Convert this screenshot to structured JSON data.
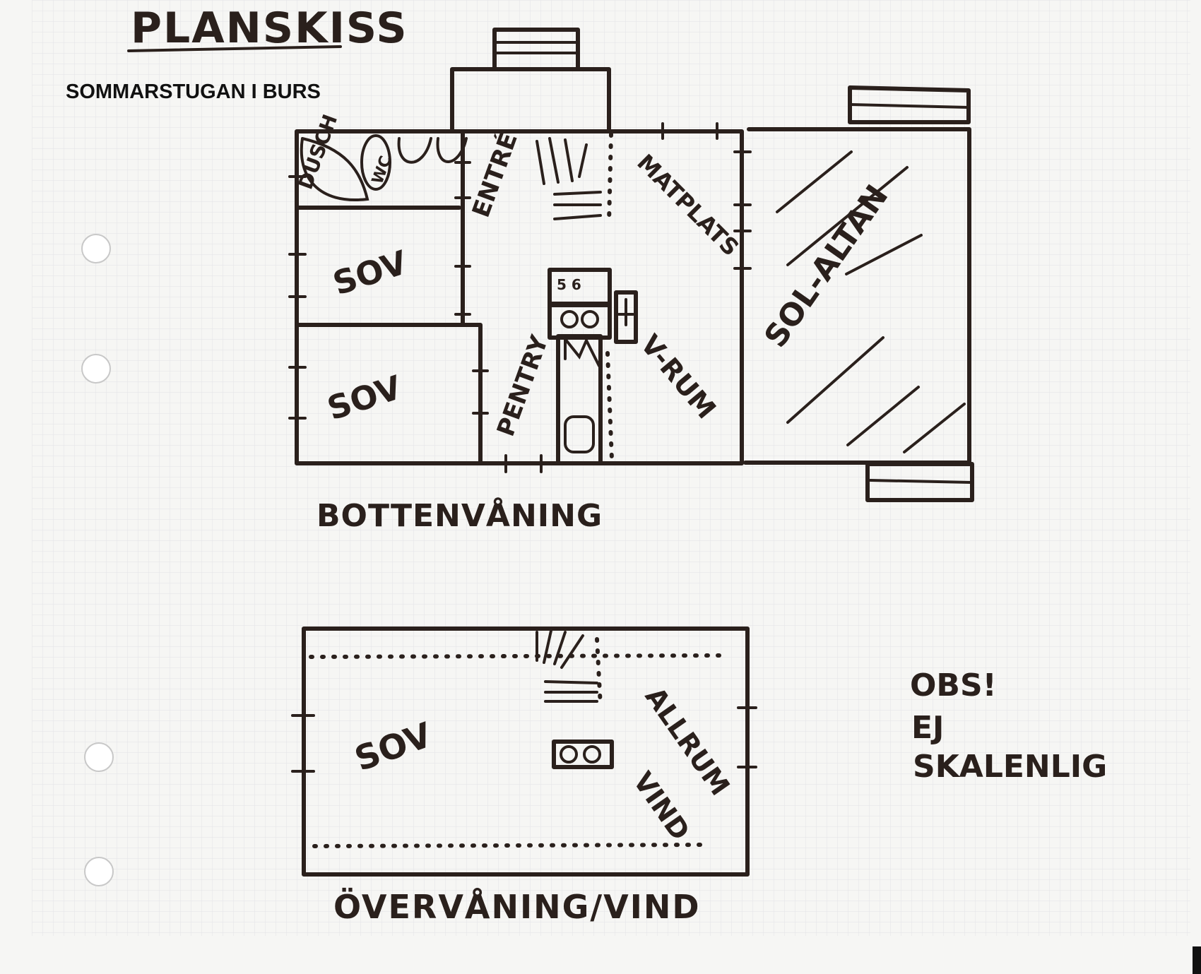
{
  "plan": {
    "title": "PLANSKISS",
    "subtitle": "SOMMARSTUGAN I BURS",
    "ground_floor": {
      "caption": "BOTTENVÅNING",
      "rooms": {
        "dusch": "DUSCH",
        "wc": "WC",
        "entre": "ENTRÉ",
        "matplats": "MATPLATS",
        "sov1": "SOV",
        "sov2": "SOV",
        "pentry": "PENTRY",
        "vrum": "V-RUM",
        "stove": "5 6",
        "sol_altan": "SOL-ALTAN"
      }
    },
    "upper_floor": {
      "caption": "ÖVERVÅNING/VIND",
      "rooms": {
        "sov": "SOV",
        "allrum": "ALLRUM",
        "vind": "VIND"
      }
    },
    "note": {
      "line1": "OBS!",
      "line2": "EJ",
      "line3": "SKALENLIG"
    }
  }
}
